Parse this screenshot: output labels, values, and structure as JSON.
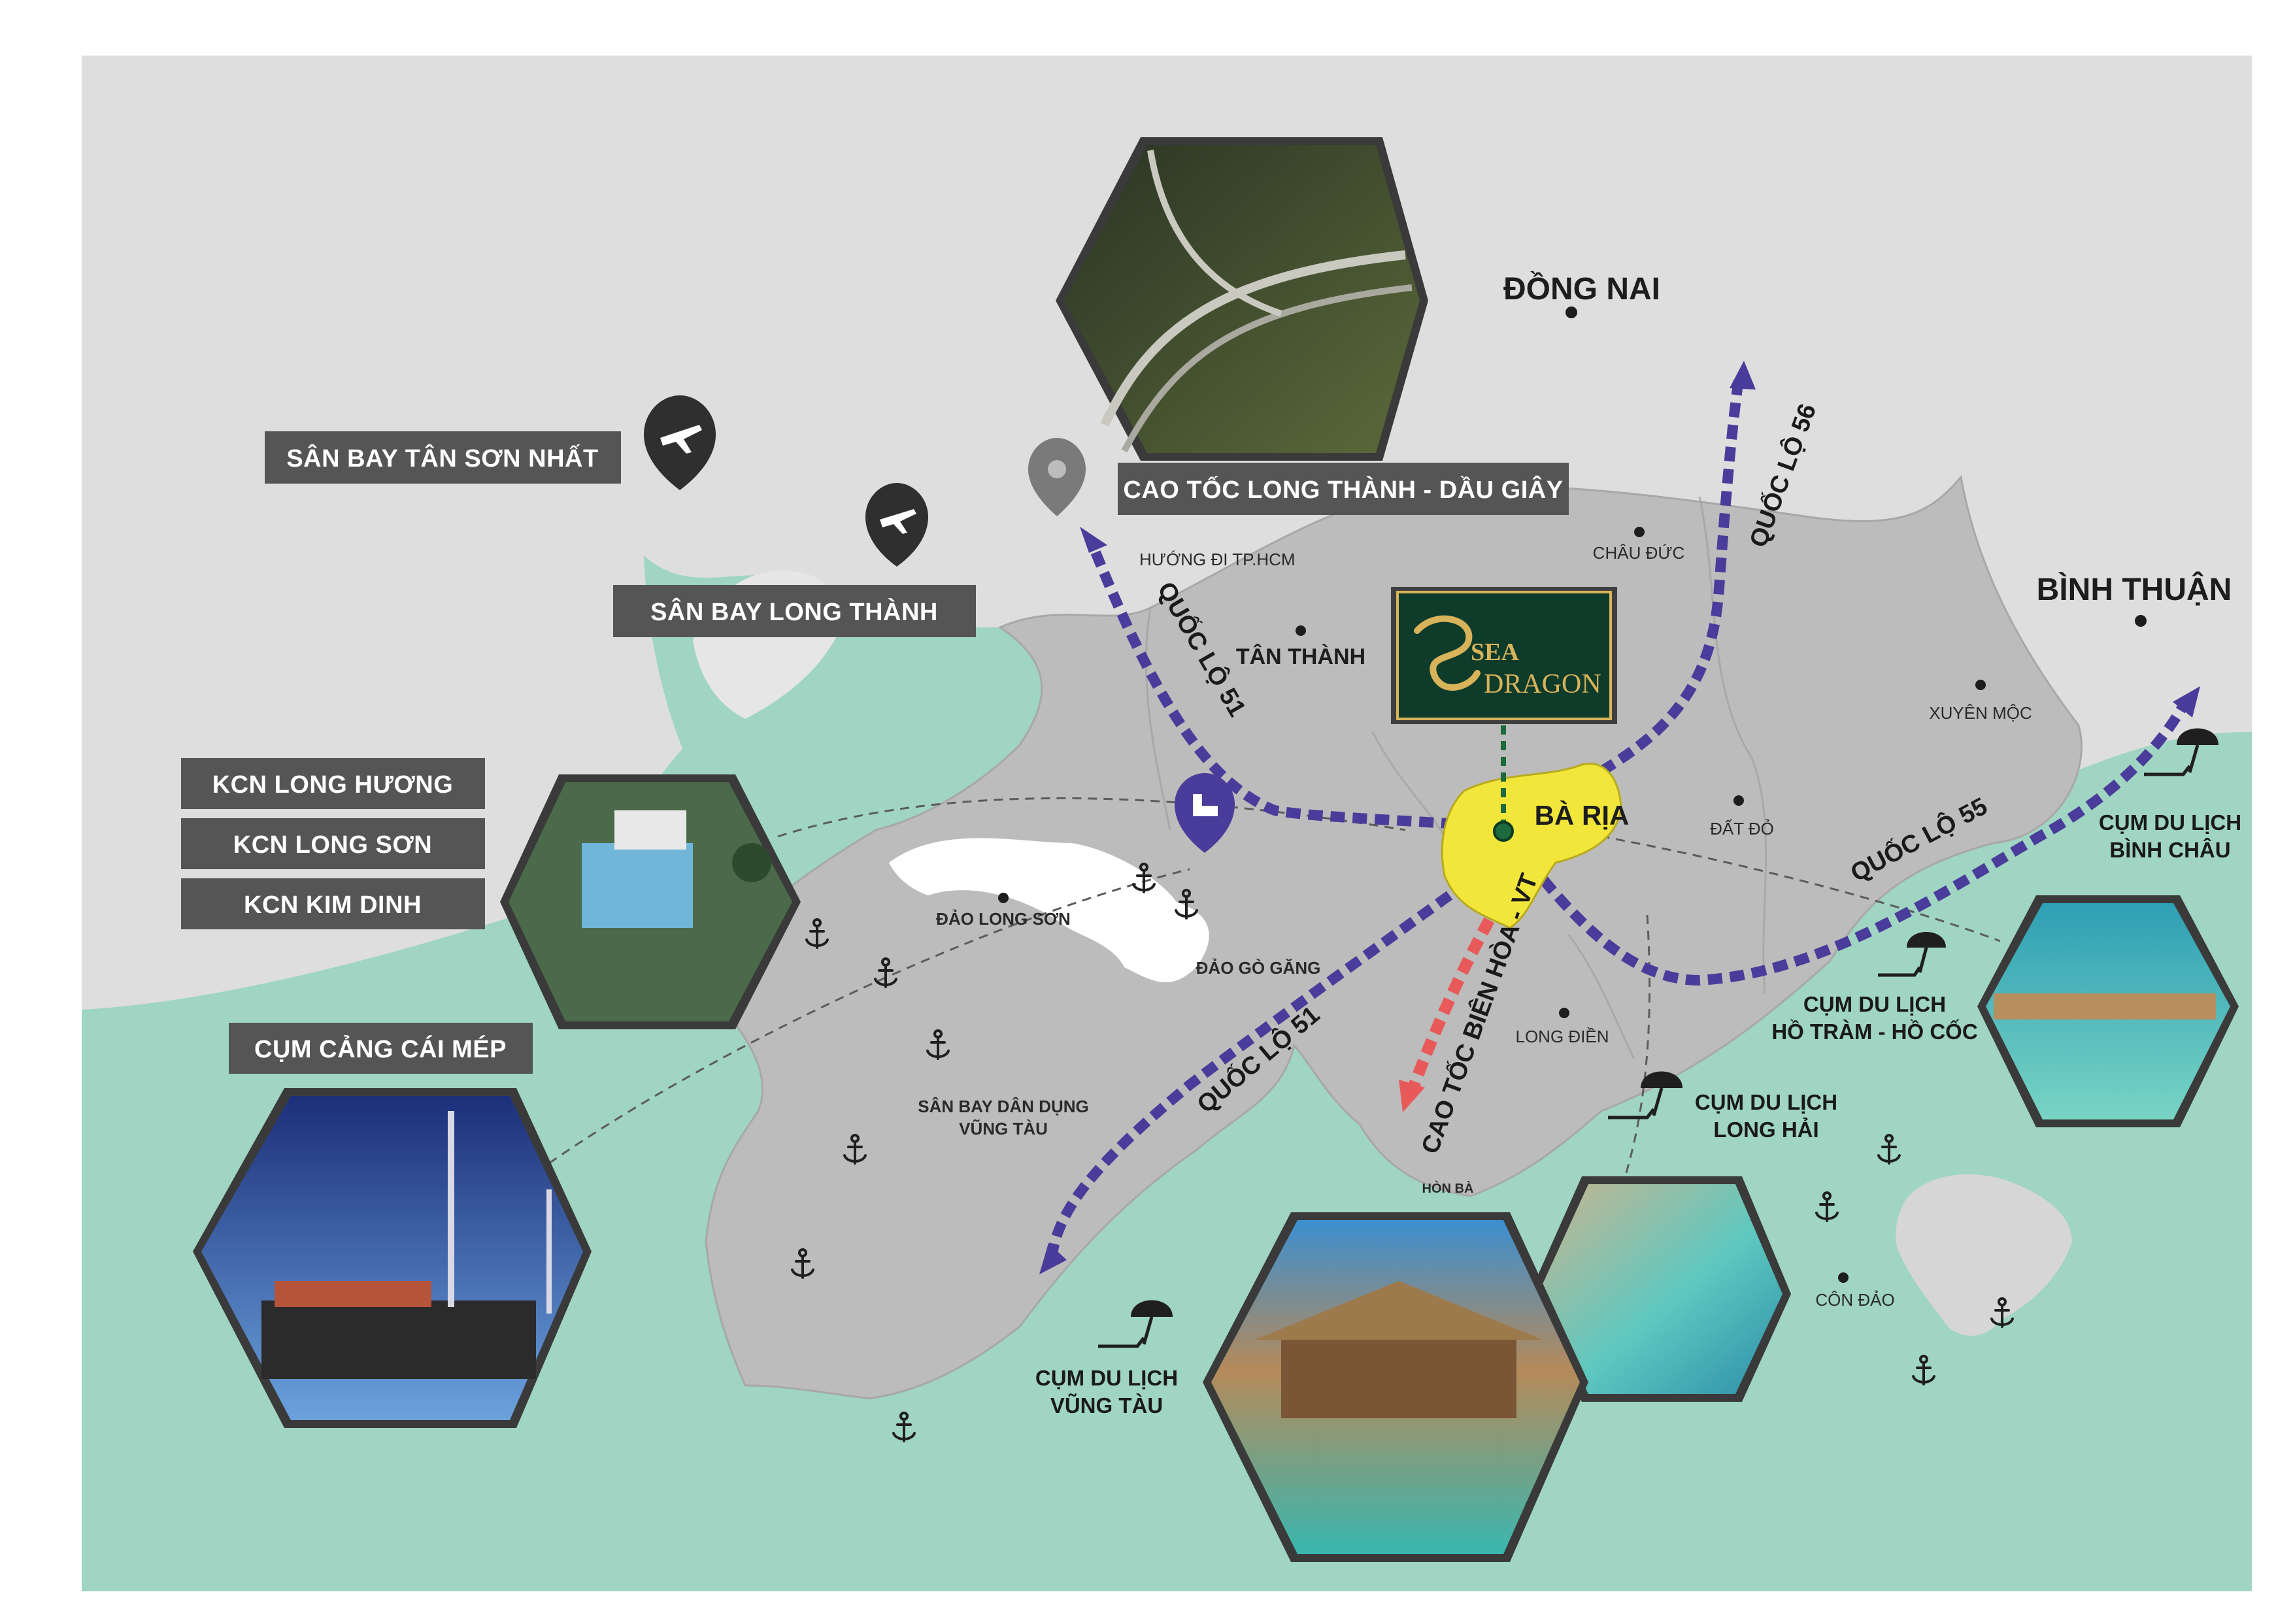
{
  "regions": {
    "dong_nai": "ĐỒNG NAI",
    "binh_thuan": "BÌNH THUẬN"
  },
  "places": {
    "chau_duc": "CHÂU ĐỨC",
    "tan_thanh": "TÂN THÀNH",
    "huong_di_hcm": "HƯỚNG ĐI TP.HCM",
    "xuyen_moc": "XUYÊN MỘC",
    "dat_do": "ĐẤT ĐỎ",
    "ba_ria": "BÀ RỊA",
    "long_dien": "LONG ĐIỀN",
    "dao_long_son": "ĐẢO LONG SƠN",
    "dao_go_gang": "ĐẢO GÒ GĂNG",
    "san_bay_vung_tau": [
      "SÂN BAY DÂN DỤNG",
      "VŨNG TÀU"
    ],
    "hon_ba": "HÒN BÀ",
    "con_dao": "CÔN ĐẢO"
  },
  "label_boxes": {
    "san_bay_tan_son_nhat": "SÂN BAY TÂN SƠN NHẤT",
    "san_bay_long_thanh": "SÂN BAY LONG THÀNH",
    "cao_toc_long_thanh": "CAO TỐC LONG THÀNH - DẦU GIÂY",
    "kcn_long_huong": "KCN LONG HƯƠNG",
    "kcn_long_son": "KCN LONG SƠN",
    "kcn_kim_dinh": "KCN KIM DINH",
    "cum_cang_cai_mep": "CỤM CẢNG CÁI MÉP"
  },
  "roads": {
    "ql51_top": "QUỐC LỘ 51",
    "ql51_bottom": "QUỐC LỘ 51",
    "ql56": "QUỐC LỘ 56",
    "ql55": "QUỐC LỘ 55",
    "cao_toc_bien_hoa": "CAO TỐC BIÊN HÒA - VT"
  },
  "tourism": {
    "binh_chau": [
      "CỤM DU LỊCH",
      "BÌNH CHÂU"
    ],
    "ho_tram": [
      "CỤM DU LỊCH",
      "HỒ TRÀM - HỒ CỐC"
    ],
    "long_hai": [
      "CỤM DU LỊCH",
      "LONG HẢI"
    ],
    "vung_tau": [
      "CỤM DU LỊCH",
      "VŨNG TÀU"
    ]
  },
  "logo": {
    "line1": "SEA",
    "line2": "DRAGON"
  },
  "colors": {
    "sea": "#9fd5c2",
    "land_outside": "#dedede",
    "province": "#bcbcbc",
    "route": "#4a3c9a",
    "expressway": "#e85a5a",
    "center": "#f2e63a",
    "box": "#555555",
    "logo_bg": "#0f3b2b",
    "logo_gold": "#d8b35a"
  }
}
